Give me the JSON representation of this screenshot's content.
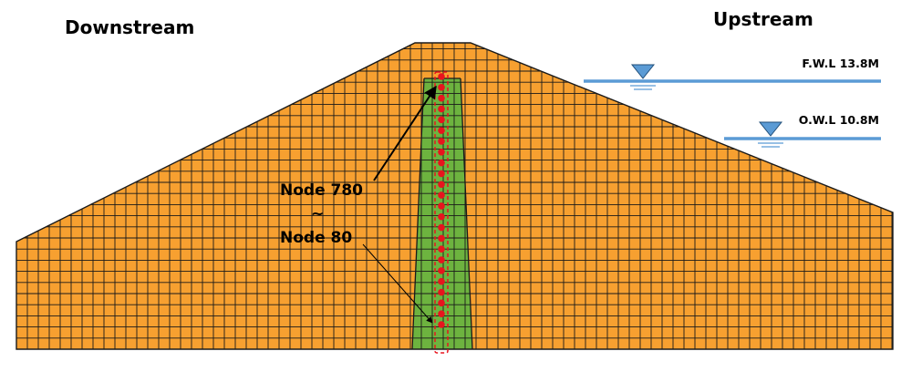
{
  "labels": {
    "downstream": "Downstream",
    "upstream": "Upstream",
    "fwl": "F.W.L 13.8M",
    "owl": "O.W.L 10.8M",
    "node_top": "Node 780",
    "node_sep": "~",
    "node_bottom": "Node 80"
  },
  "mesh": {
    "shell_color": "#F7A030",
    "core_color": "#6DB33F",
    "line_color": "#1a1a1a",
    "node_count": 24,
    "node_color": "#E8141E",
    "highlight_color": "#E8141E"
  },
  "water": {
    "line_color": "#5B9BD5",
    "marker_color": "#5B9BD5"
  }
}
